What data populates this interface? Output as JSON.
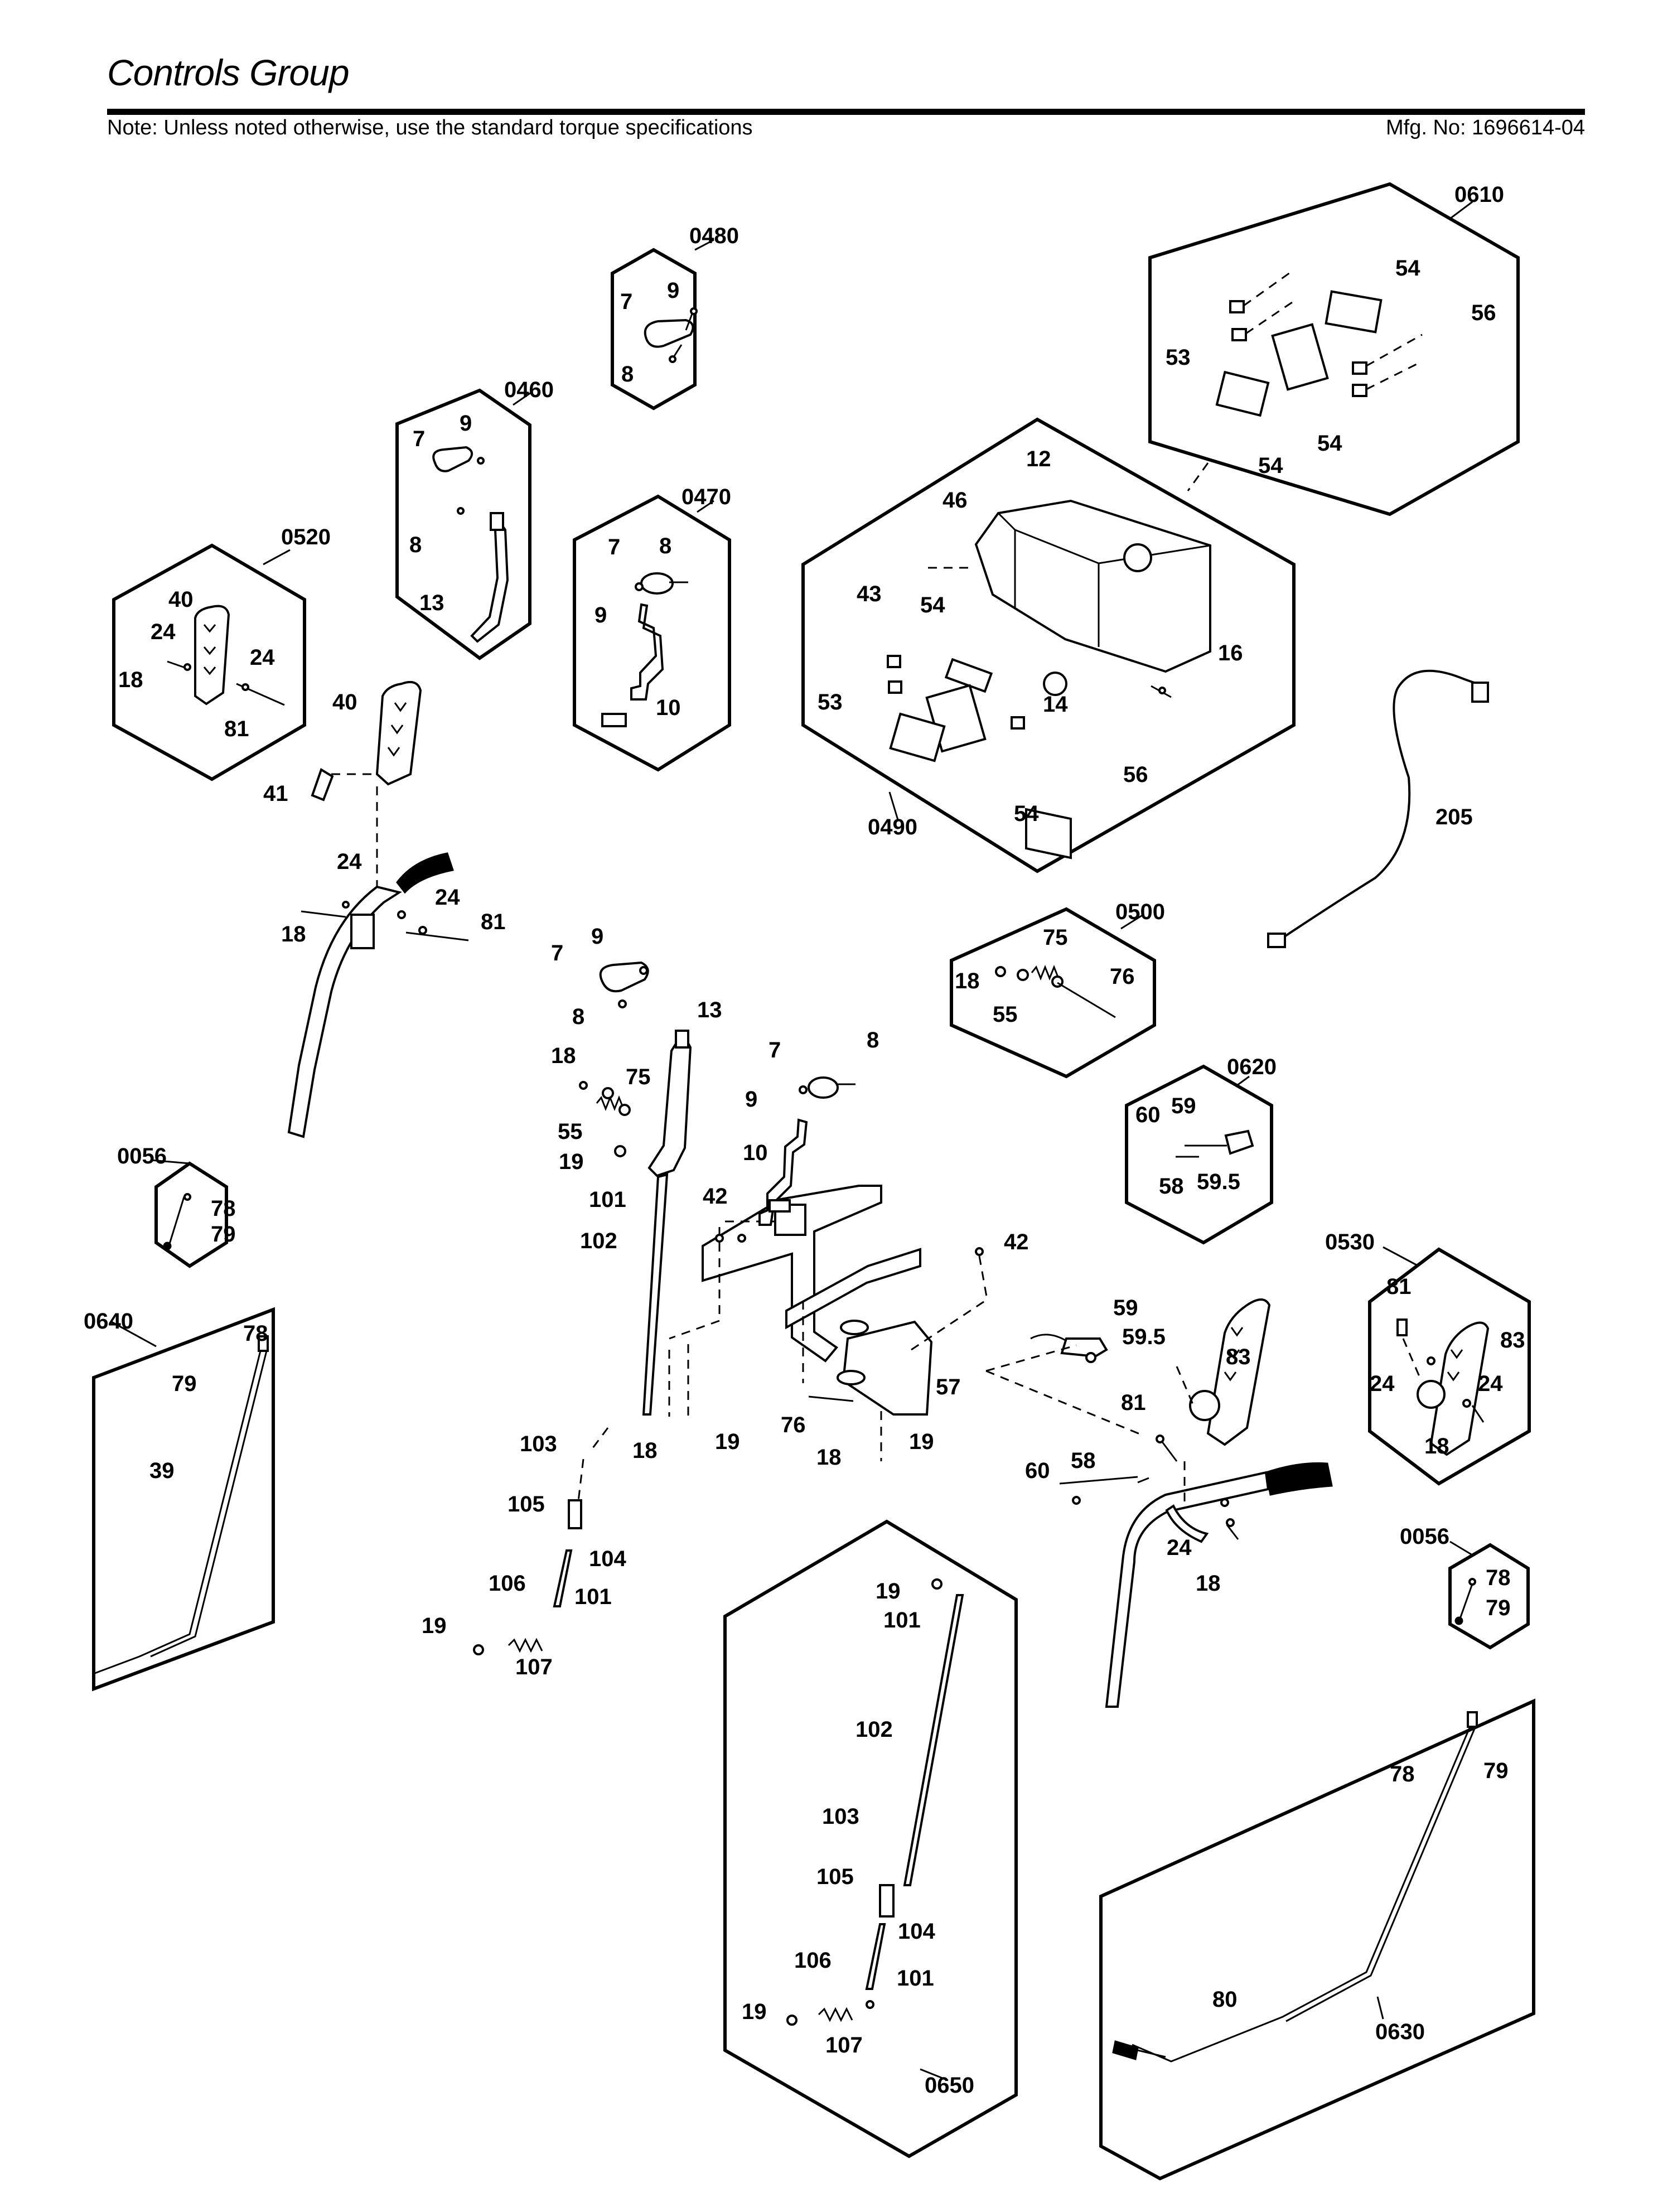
{
  "header": {
    "title": "Controls Group",
    "note": "Note: Unless noted otherwise, use the standard torque specifications",
    "mfg_no": "Mfg. No: 1696614-04"
  },
  "groups": [
    "0480",
    "0460",
    "0470",
    "0520",
    "0610",
    "0490",
    "0500",
    "0620",
    "0530",
    "0056",
    "0056",
    "0640",
    "0650",
    "0630"
  ],
  "part_labels": [
    "9",
    "7",
    "8",
    "9",
    "7",
    "8",
    "13",
    "7",
    "8",
    "9",
    "10",
    "40",
    "24",
    "24",
    "18",
    "81",
    "54",
    "56",
    "53",
    "54",
    "54",
    "12",
    "46",
    "43",
    "54",
    "16",
    "53",
    "14",
    "56",
    "54",
    "205",
    "40",
    "41",
    "24",
    "24",
    "18",
    "81",
    "18",
    "75",
    "76",
    "55",
    "60",
    "59",
    "58",
    "59.5",
    "7",
    "9",
    "8",
    "13",
    "18",
    "75",
    "55",
    "19",
    "101",
    "102",
    "7",
    "8",
    "9",
    "10",
    "42",
    "42",
    "57",
    "76",
    "19",
    "18",
    "18",
    "19",
    "103",
    "105",
    "104",
    "106",
    "101",
    "19",
    "107",
    "59",
    "59.5",
    "83",
    "81",
    "60",
    "58",
    "24",
    "18",
    "81",
    "83",
    "24",
    "24",
    "18",
    "78",
    "79",
    "78",
    "79",
    "39",
    "78",
    "79",
    "19",
    "101",
    "102",
    "103",
    "105",
    "104",
    "106",
    "101",
    "19",
    "107",
    "78",
    "79",
    "80"
  ]
}
